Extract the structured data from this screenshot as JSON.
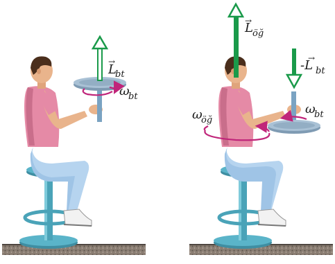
{
  "left_scene": {
    "angular_momentum_label": "L",
    "angular_momentum_sub": "bt",
    "angular_velocity_label": "ω",
    "angular_velocity_sub": "bt"
  },
  "right_scene": {
    "person_momentum_label": "L",
    "person_momentum_sub": "öğ",
    "wheel_momentum_label": "-L",
    "wheel_momentum_sub": "bt",
    "person_velocity_label": "ω",
    "person_velocity_sub": "öğ",
    "wheel_velocity_label": "ω",
    "wheel_velocity_sub": "bt"
  },
  "colors": {
    "arrow_green": "#1a9a4a",
    "rotation_magenta": "#c0257a",
    "shirt": "#e58aa6",
    "pants": "#9fc4e6",
    "wheel": "#9bb3c9",
    "stool": "#4aa3b8",
    "skin": "#e9b48c",
    "hair": "#4a2e1c"
  }
}
